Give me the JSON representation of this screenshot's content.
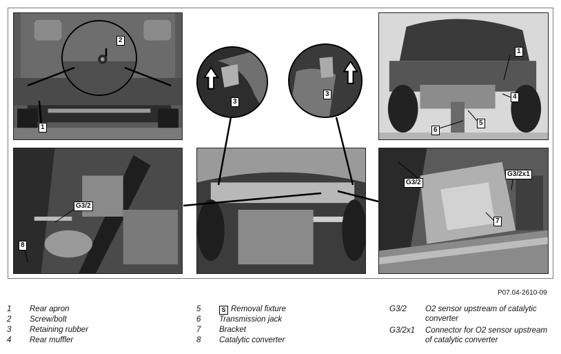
{
  "figure_code": "P07.04-2610-09",
  "callouts": {
    "p1_apron": "1",
    "p1_screw": "2",
    "c_left_retaining": "3",
    "c_right_retaining": "3",
    "p2_apron": "1",
    "p2_muffler": "4",
    "p2_fixture": "5",
    "p2_jack": "6",
    "p3_sensor": "G3/2",
    "p3_converter": "8",
    "p5_sensor": "G3/2",
    "p5_connector": "G3/2x1",
    "p5_bracket": "7"
  },
  "legend": {
    "col1": [
      {
        "key": "1",
        "label": "Rear apron"
      },
      {
        "key": "2",
        "label": "Screw/bolt"
      },
      {
        "key": "3",
        "label": "Retaining rubber"
      },
      {
        "key": "4",
        "label": "Rear muffler"
      }
    ],
    "col2": [
      {
        "key": "5",
        "label": "Removal fixture",
        "icon": "fixture-icon"
      },
      {
        "key": "6",
        "label": "Transmission jack"
      },
      {
        "key": "7",
        "label": "Bracket"
      },
      {
        "key": "8",
        "label": "Catalytic converter"
      }
    ],
    "col3": [
      {
        "key": "G3/2",
        "label": "O2 sensor upstream of catalytic converter"
      },
      {
        "key": "G3/2x1",
        "label": "Connector for O2 sensor upstream of catalytic converter"
      }
    ]
  }
}
